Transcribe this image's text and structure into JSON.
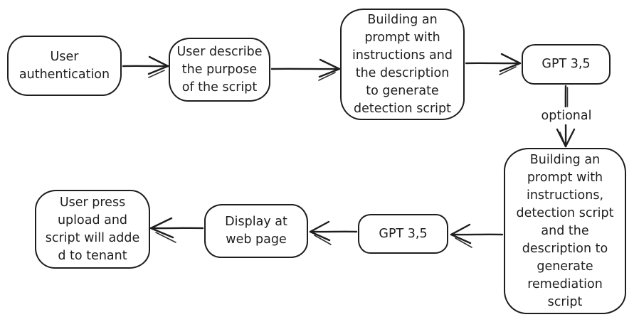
{
  "diagram": {
    "background_color": "#ffffff",
    "stroke_color": "#1e1e1e",
    "nodes": {
      "user_auth": {
        "label": "User\nauthentication"
      },
      "describe_purpose": {
        "label": "User describe\nthe purpose\nof the script"
      },
      "build_detection_prompt": {
        "label": "Building an\nprompt with\ninstructions and\nthe description\nto generate\ndetection script"
      },
      "gpt_top": {
        "label": "GPT 3,5"
      },
      "build_remediation_prompt": {
        "label": "Building an\nprompt with\ninstructions,\ndetection script\nand the\ndescription to\ngenerate\nremediation\nscript"
      },
      "gpt_bottom": {
        "label": "GPT 3,5"
      },
      "display_web": {
        "label": "Display at\nweb page"
      },
      "upload_tenant": {
        "label": "User press\nupload and\nscript will adde\nd to tenant"
      }
    },
    "edges": [
      {
        "from": "user_auth",
        "to": "describe_purpose",
        "label": ""
      },
      {
        "from": "describe_purpose",
        "to": "build_detection_prompt",
        "label": ""
      },
      {
        "from": "build_detection_prompt",
        "to": "gpt_top",
        "label": ""
      },
      {
        "from": "gpt_top",
        "to": "build_remediation_prompt",
        "label": "optional"
      },
      {
        "from": "build_remediation_prompt",
        "to": "gpt_bottom",
        "label": ""
      },
      {
        "from": "gpt_bottom",
        "to": "display_web",
        "label": ""
      },
      {
        "from": "display_web",
        "to": "upload_tenant",
        "label": ""
      }
    ]
  }
}
